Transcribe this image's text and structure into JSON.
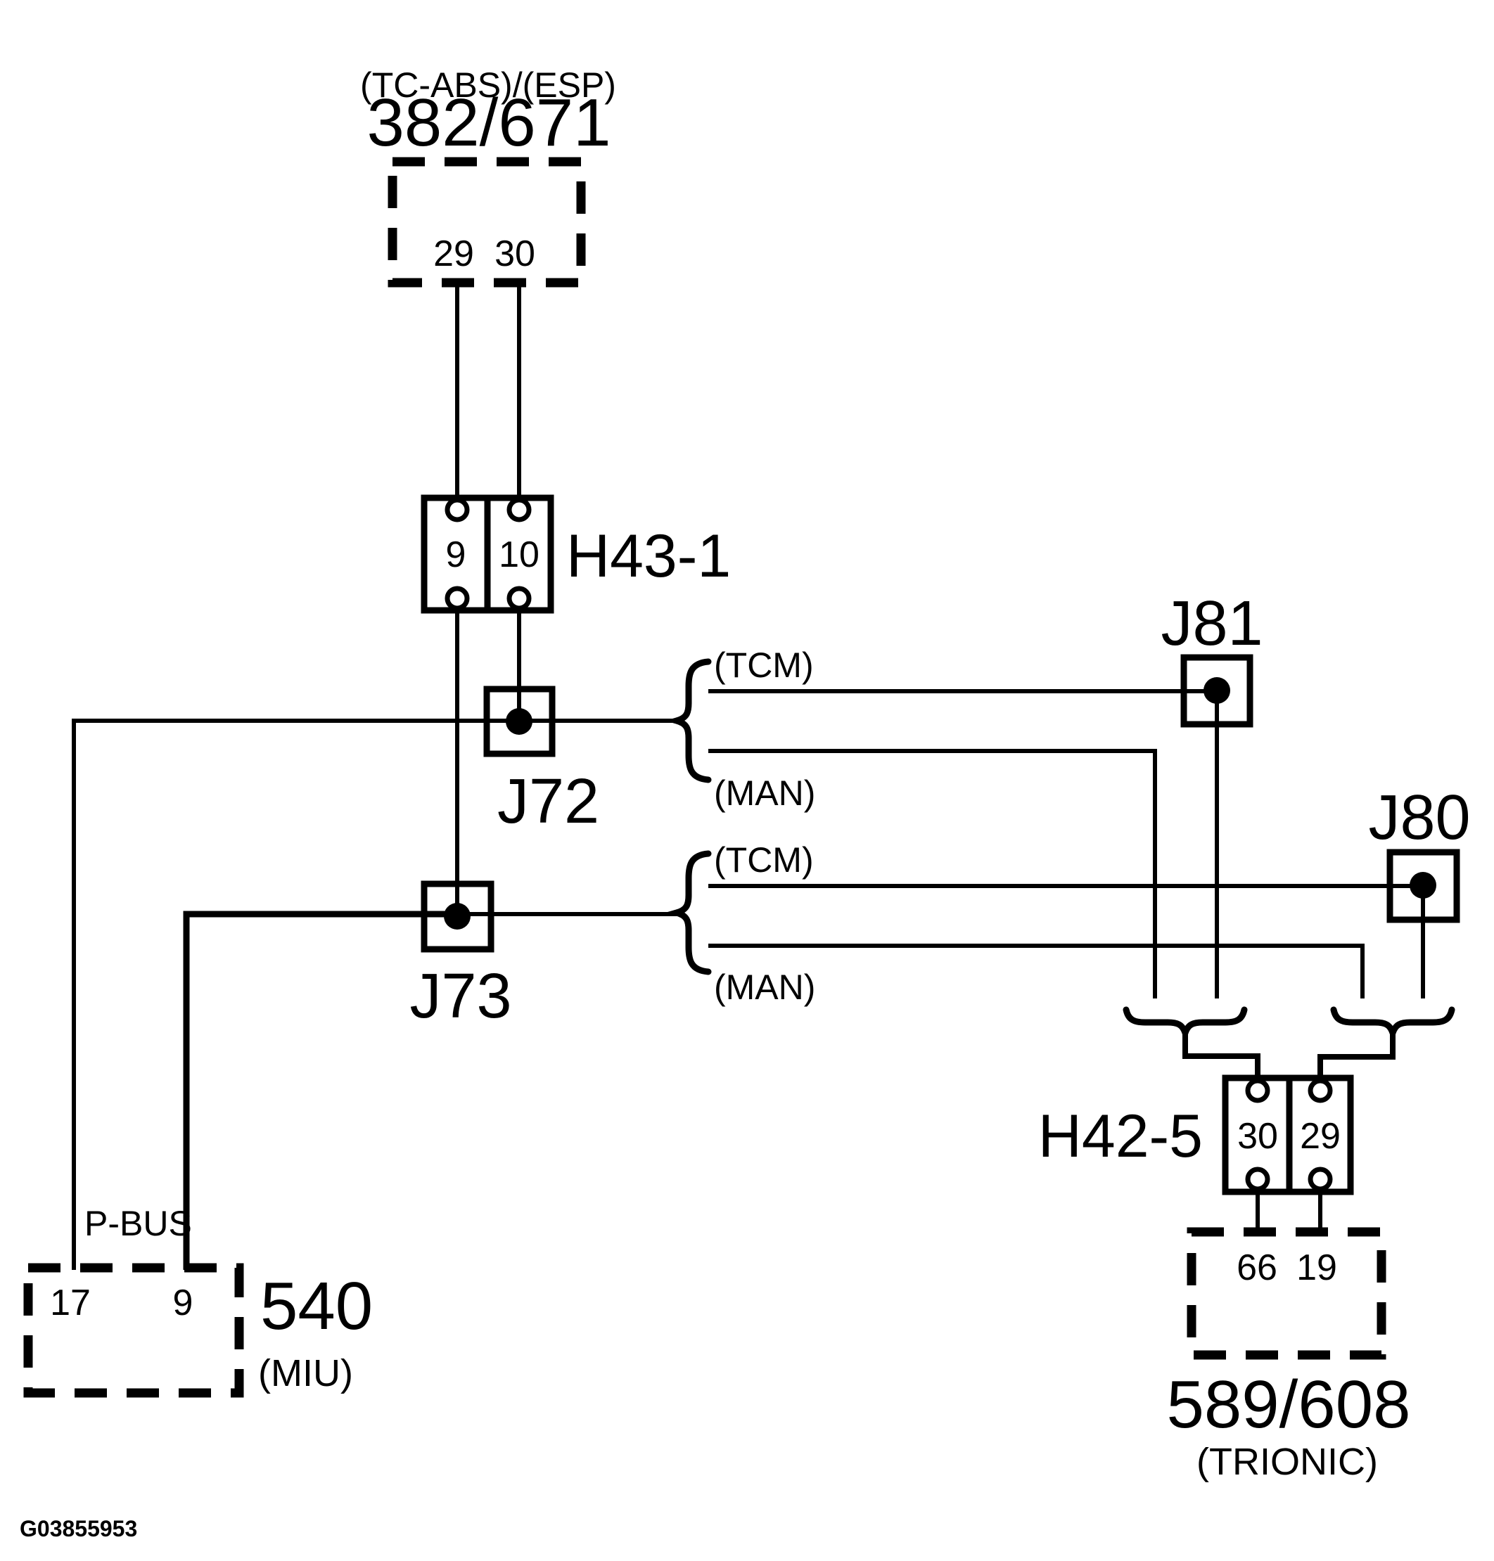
{
  "diagram": {
    "figure_id": "G03855953",
    "wire_color": "#000000",
    "background": "#ffffff",
    "modules": {
      "abs_esp": {
        "system": "(TC-ABS)/(ESP)",
        "id": "382/671",
        "pins": [
          "29",
          "30"
        ]
      },
      "miu": {
        "id": "540",
        "system": "(MIU)",
        "pins": [
          "17",
          "9"
        ]
      },
      "trionic": {
        "id": "589/608",
        "system": "(TRIONIC)",
        "pins": [
          "66",
          "19"
        ]
      }
    },
    "connectors": {
      "h43_1": {
        "id": "H43-1",
        "pins": [
          "9",
          "10"
        ]
      },
      "h42_5": {
        "id": "H42-5",
        "pins": [
          "30",
          "29"
        ]
      }
    },
    "junctions": {
      "j72": {
        "id": "J72"
      },
      "j73": {
        "id": "J73"
      },
      "j81": {
        "id": "J81"
      },
      "j80": {
        "id": "J80"
      }
    },
    "branches": {
      "j72_branch": {
        "top": "(TCM)",
        "bottom": "(MAN)"
      },
      "j73_branch": {
        "top": "(TCM)",
        "bottom": "(MAN)"
      }
    },
    "bus": {
      "label": "P-BUS"
    }
  }
}
